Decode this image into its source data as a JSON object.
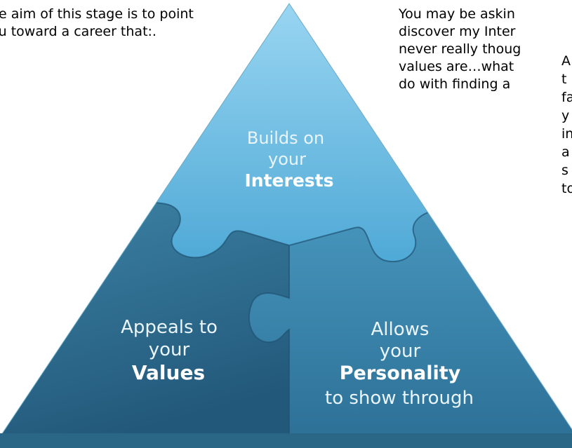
{
  "texts": {
    "intro": "he aim of this stage is to point\nou toward a career that:.",
    "question": "You may be askin\ndiscover my Inter\nnever really thoug\nvalues are…what\ndo with finding a",
    "answer": "A\nt\nfa\ny\nin\na\ns\nto"
  },
  "pyramid": {
    "top": {
      "line1": "Builds on",
      "line2": "your",
      "emphasis": "Interests"
    },
    "left": {
      "line1": "Appeals to",
      "line2": "your",
      "emphasis": "Values"
    },
    "right": {
      "line1": "Allows",
      "line2": "your",
      "emphasis": "Personality",
      "line4": "to show through"
    }
  },
  "colors": {
    "top_piece": "#5fb6e0",
    "left_piece": "#2f6d8e",
    "right_piece": "#3a86ad"
  }
}
